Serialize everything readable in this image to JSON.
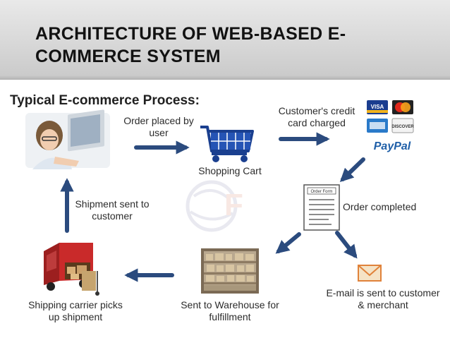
{
  "header": {
    "title": "ARCHITECTURE OF WEB-BASED E-COMMERCE SYSTEM"
  },
  "diagram": {
    "subtitle": "Typical E-commerce Process:",
    "steps": {
      "order_placed": "Order placed by user",
      "shopping_cart": "Shopping Cart",
      "card_charged": "Customer's credit card charged",
      "order_completed": "Order completed",
      "order_form_label": "Order Form",
      "email_sent": "E-mail is sent to customer & merchant",
      "warehouse": "Sent to Warehouse for fulfillment",
      "carrier": "Shipping carrier picks up shipment",
      "shipment_sent": "Shipment sent to customer"
    },
    "card_logos": {
      "visa": "VISA",
      "discover": "DISCOVER",
      "paypal": "PayPal"
    },
    "colors": {
      "arrow": "#2b4b7e",
      "paypal": "#1f5fa8",
      "cart": "#1a3f8f",
      "truck": "#c92a2a",
      "envelope": "#f0a64f"
    }
  }
}
